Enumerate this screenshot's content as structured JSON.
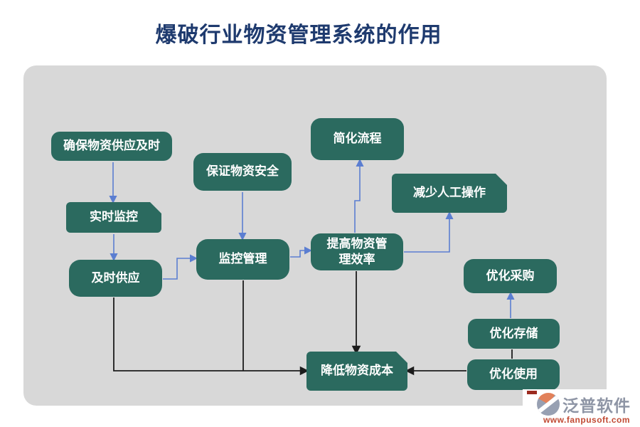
{
  "title": "爆破行业物资管理系统的作用",
  "colors": {
    "title_color": "#1e3a6e",
    "panel_bg": "#d8d8d8",
    "node_bg": "#2b6a5f",
    "node_text": "#ffffff",
    "arrow_blue": "#5b7ed1",
    "arrow_black": "#1c1c1c"
  },
  "nodes": [
    {
      "id": "ensure-supply",
      "label": "确保物资供应及时"
    },
    {
      "id": "realtime-monitor",
      "label": "实时监控"
    },
    {
      "id": "timely-supply",
      "label": "及时供应"
    },
    {
      "id": "ensure-safety",
      "label": "保证物资安全"
    },
    {
      "id": "monitor-manage",
      "label": "监控管理"
    },
    {
      "id": "simplify-process",
      "label": "简化流程"
    },
    {
      "id": "reduce-manual",
      "label": "减少人工操作"
    },
    {
      "id": "improve-efficiency",
      "label": "提高物资管理效率"
    },
    {
      "id": "optimize-purchase",
      "label": "优化采购"
    },
    {
      "id": "optimize-storage",
      "label": "优化存储"
    },
    {
      "id": "optimize-usage",
      "label": "优化使用"
    },
    {
      "id": "reduce-cost",
      "label": "降低物资成本"
    }
  ],
  "edges": [
    {
      "from": "确保物资供应及时",
      "to": "实时监控",
      "style": "blue"
    },
    {
      "from": "实时监控",
      "to": "及时供应",
      "style": "blue"
    },
    {
      "from": "及时供应",
      "to": "监控管理",
      "style": "blue"
    },
    {
      "from": "保证物资安全",
      "to": "监控管理",
      "style": "blue"
    },
    {
      "from": "监控管理",
      "to": "提高物资管理效率",
      "style": "blue"
    },
    {
      "from": "提高物资管理效率",
      "to": "简化流程",
      "style": "blue"
    },
    {
      "from": "提高物资管理效率",
      "to": "减少人工操作",
      "style": "blue"
    },
    {
      "from": "优化存储",
      "to": "优化采购",
      "style": "blue"
    },
    {
      "from": "提高物资管理效率",
      "to": "降低物资成本",
      "style": "black"
    },
    {
      "from": "及时供应",
      "to": "降低物资成本",
      "style": "black"
    },
    {
      "from": "监控管理",
      "to": "降低物资成本",
      "style": "black"
    },
    {
      "from": "优化使用",
      "to": "降低物资成本",
      "style": "black"
    },
    {
      "from": "优化使用",
      "to": "优化存储",
      "style": "black"
    }
  ],
  "logo": {
    "name": "泛普软件",
    "url": "www.fanpusoft.com"
  }
}
